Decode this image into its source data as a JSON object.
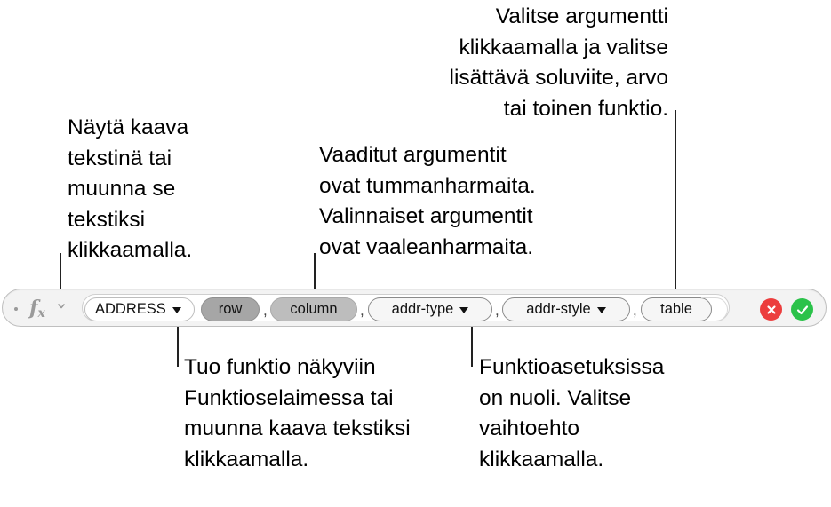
{
  "callouts": {
    "top_right": "Valitse argumentti\nklikkaamalla ja valitse\nlisättävä soluviite, arvo\ntai toinen funktio.",
    "fx_toggle": "Näytä kaava\ntekstinä tai\nmuunna se\ntekstiksi\nklikkaamalla.",
    "arguments": "Vaaditut argumentit\novat tummanharmaita.\nValinnaiset argumentit\novat vaaleanharmaita.",
    "function_browser": "Tuo funktio näkyviin\nFunktioselaimessa tai\nmuunna kaava tekstiksi\nklikkaamalla.",
    "options": "Funktioasetuksissa\non nuoli. Valitse\nvaihtoehto\nklikkaamalla."
  },
  "formula_bar": {
    "fx_icon": "fx-icon",
    "function_name": "ADDRESS",
    "arguments": [
      {
        "label": "row",
        "kind": "required",
        "selected": true
      },
      {
        "label": "column",
        "kind": "required",
        "selected": false
      },
      {
        "label": "addr-type",
        "kind": "optional",
        "has_menu": true
      },
      {
        "label": "addr-style",
        "kind": "optional",
        "has_menu": true
      },
      {
        "label": "table",
        "kind": "optional",
        "has_menu": false
      }
    ],
    "separator": ",",
    "cancel_icon": "close-icon",
    "accept_icon": "checkmark-icon"
  },
  "colors": {
    "required_token": "#bdbdbd",
    "optional_token": "#f6f6f6",
    "cancel": "#ec3d3d",
    "accept": "#2bc24a"
  }
}
